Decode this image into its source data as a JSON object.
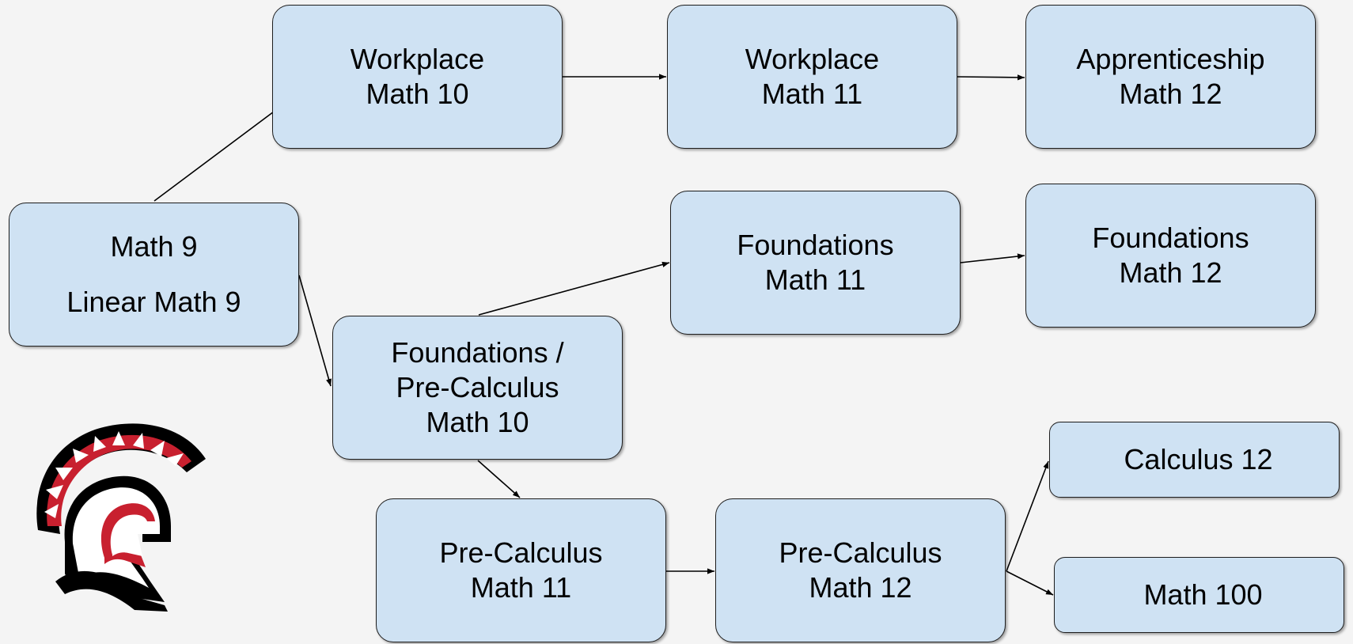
{
  "diagram": {
    "nodes": [
      {
        "id": "workplace10",
        "lines": [
          "Workplace",
          "Math 10"
        ]
      },
      {
        "id": "workplace11",
        "lines": [
          "Workplace",
          "Math 11"
        ]
      },
      {
        "id": "apprenticeship12",
        "lines": [
          "Apprenticeship",
          "Math 12"
        ]
      },
      {
        "id": "math9",
        "lines": [
          "Math 9",
          "Linear Math 9"
        ]
      },
      {
        "id": "foundations11",
        "lines": [
          "Foundations",
          "Math 11"
        ]
      },
      {
        "id": "foundations12",
        "lines": [
          "Foundations",
          "Math 12"
        ]
      },
      {
        "id": "foundations_precalc10",
        "lines": [
          "Foundations /",
          "Pre-Calculus",
          "Math 10"
        ]
      },
      {
        "id": "precalc11",
        "lines": [
          "Pre-Calculus",
          "Math 11"
        ]
      },
      {
        "id": "precalc12",
        "lines": [
          "Pre-Calculus",
          "Math 12"
        ]
      },
      {
        "id": "calculus12",
        "lines": [
          "Calculus 12"
        ]
      },
      {
        "id": "math100",
        "lines": [
          "Math 100"
        ]
      }
    ],
    "edges": [
      {
        "from": "math9",
        "to": "workplace10"
      },
      {
        "from": "workplace10",
        "to": "workplace11"
      },
      {
        "from": "workplace11",
        "to": "apprenticeship12"
      },
      {
        "from": "math9",
        "to": "foundations_precalc10"
      },
      {
        "from": "foundations_precalc10",
        "to": "foundations11"
      },
      {
        "from": "foundations11",
        "to": "foundations12"
      },
      {
        "from": "foundations_precalc10",
        "to": "precalc11"
      },
      {
        "from": "precalc11",
        "to": "precalc12"
      },
      {
        "from": "precalc12",
        "to": "calculus12"
      },
      {
        "from": "precalc12",
        "to": "math100"
      }
    ]
  },
  "logo": {
    "icon": "spartan-helmet-icon",
    "colors": {
      "red": "#c8202f",
      "black": "#000000",
      "white": "#ffffff"
    }
  },
  "colors": {
    "node_fill": "#cfe2f3",
    "node_border": "#1e1e1e",
    "background": "#f4f4f4",
    "edge": "#000000"
  }
}
